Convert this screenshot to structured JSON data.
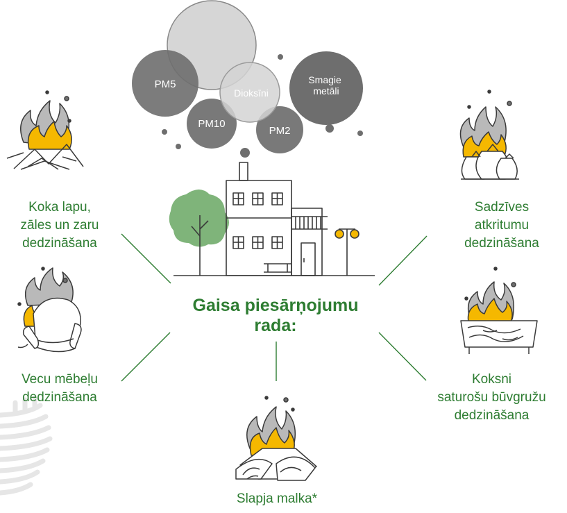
{
  "center": {
    "title": "Gaisa piesārņojumu\nrada:"
  },
  "pollutants": {
    "pm5": "PM5",
    "pm10": "PM10",
    "dioksini": "Dioksīni",
    "pm2": "PM2",
    "smagie_metali": "Smagie\nmetāli"
  },
  "sources": {
    "leaves": "Koka lapu,\nzāles un zaru\ndedzināšana",
    "furniture": "Vecu mēbeļu\ndedzināšana",
    "firewood": "Slapja malka*",
    "waste": "Sadzīves\natkritumu\ndedzināšana",
    "construction": "Koksni\nsaturošu būvgružu\ndedzināšana"
  },
  "colors": {
    "green": "#2e7d32",
    "tree": "#7fb47a",
    "flame_yellow": "#f5b800",
    "flame_grey": "#b9b9b9",
    "circle_dark": "#6e6e6e",
    "circle_light": "#c4c4c4"
  }
}
